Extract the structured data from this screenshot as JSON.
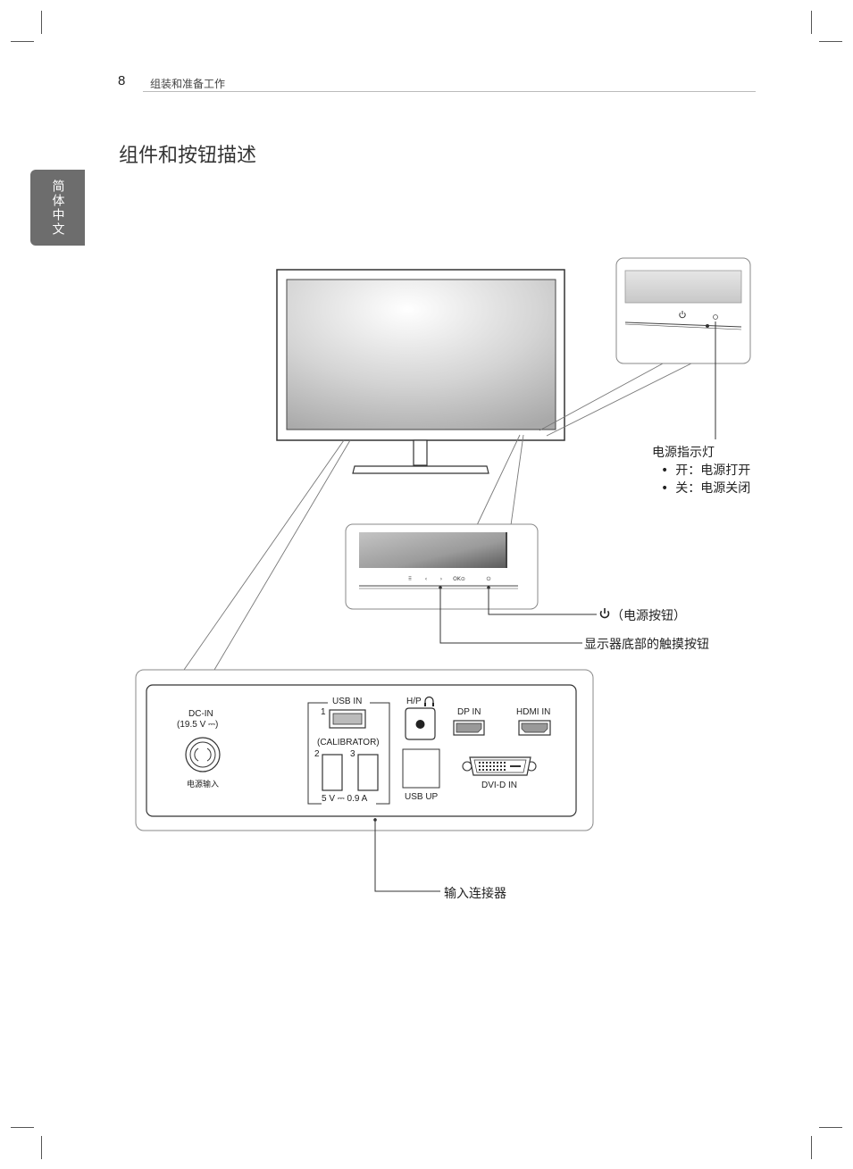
{
  "header": {
    "page_number": "8",
    "chapter_title": "组装和准备工作"
  },
  "section_title": "组件和按钮描述",
  "language_tab": "简体中文",
  "callouts": {
    "power_led": {
      "title": "电源指示灯",
      "on": "开：电源打开",
      "off": "关：电源关闭"
    },
    "power_button": "（电源按钮）",
    "touch_buttons": "显示器底部的触摸按钮",
    "input_connectors": "输入连接器"
  },
  "ports": {
    "dc_in": "DC-IN",
    "dc_in_rating": "(19.5 V ⎓)",
    "dc_in_cn": "电源输入",
    "usb_in": "USB IN",
    "calibrator": "(CALIBRATOR)",
    "usb_num_1": "1",
    "usb_num_2": "2",
    "usb_num_3": "3",
    "usb_rating": "5 V ⎓ 0.9 A",
    "hp": "H/P",
    "usb_up": "USB UP",
    "dp_in": "DP IN",
    "hdmi_in": "HDMI IN",
    "dvi_in": "DVI-D IN"
  },
  "touch_button_marks": [
    "⠿",
    "‹",
    "›",
    "OK⊙",
    "⏻"
  ],
  "icons": [
    "power-icon",
    "headphone-icon",
    "power-led-icon"
  ]
}
